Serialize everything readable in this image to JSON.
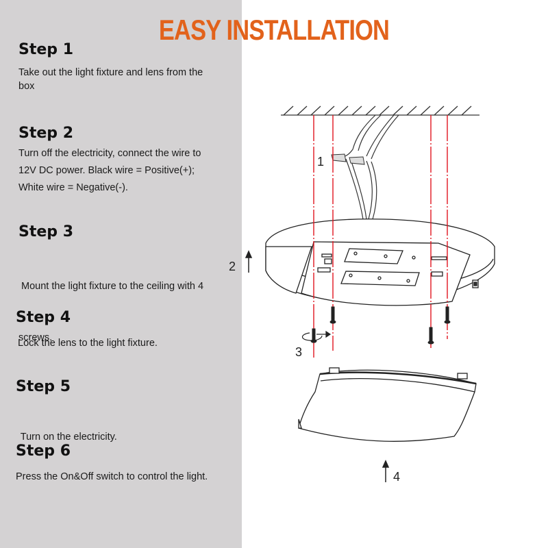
{
  "title": "EASY INSTALLATION",
  "colors": {
    "title": "#e2621b",
    "panel": "#d4d2d3",
    "guide_lines": "#e0141e"
  },
  "steps": [
    {
      "heading": "Step 1",
      "lines": [
        "Take out the light fixture and lens from the",
        "box"
      ]
    },
    {
      "heading": "Step 2",
      "lines": [
        "Turn off the electricity, connect the wire to",
        "12V DC power. Black wire = Positive(+);",
        "White wire = Negative(-)."
      ]
    },
    {
      "heading": "Step 3",
      "lines": [
        " Mount the light fixture to the ceiling with 4",
        "screws."
      ]
    },
    {
      "heading": "Step 4",
      "lines": [
        "Lock the lens to the light fixture."
      ]
    },
    {
      "heading": "Step 5",
      "lines": [
        " Turn on the electricity."
      ]
    },
    {
      "heading": "Step 6",
      "lines": [
        "Press the On&Off switch to control the light."
      ]
    }
  ],
  "diagram": {
    "callouts": [
      "1",
      "2",
      "3",
      "4"
    ],
    "icons": [
      "ceiling-hatch",
      "wire-connector",
      "light-fixture-base",
      "screw",
      "rotate-arrow",
      "lens-cover",
      "up-arrow",
      "on-off-switch"
    ]
  }
}
